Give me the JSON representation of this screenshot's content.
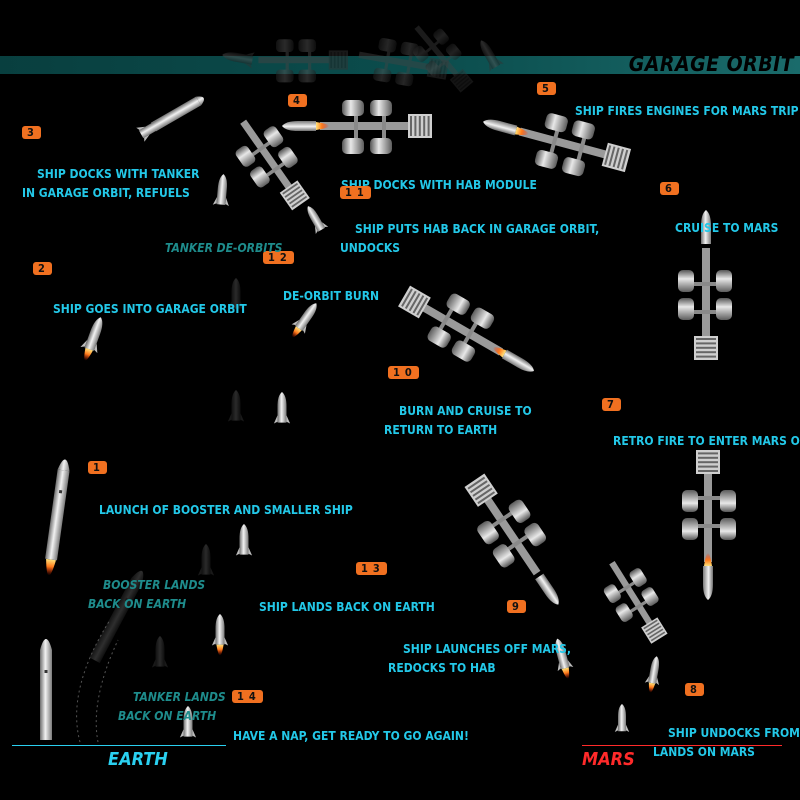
{
  "colors": {
    "label": "#23c8e8",
    "faded_label": "#1e8c8c",
    "badge_bg": "#f07020",
    "badge_text": "#111111",
    "earth": "#2ad0f0",
    "mars": "#ff2a2a",
    "orbit_band": "#0d5b5b",
    "orbit_title": "#000000"
  },
  "orbit": {
    "title": "GARAGE ORBIT"
  },
  "ground": {
    "earth": "EARTH",
    "mars": "MARS"
  },
  "steps": [
    {
      "num": "1",
      "lines": [
        "LAUNCH OF BOOSTER AND SMALLER SHIP"
      ]
    },
    {
      "num": "2",
      "lines": [
        "SHIP GOES INTO GARAGE ORBIT"
      ]
    },
    {
      "num": "3",
      "lines": [
        "SHIP DOCKS WITH TANKER",
        "IN GARAGE ORBIT, REFUELS"
      ]
    },
    {
      "num": "4",
      "lines": [
        "SHIP DOCKS WITH HAB MODULE"
      ]
    },
    {
      "num": "5",
      "lines": [
        "SHIP FIRES ENGINES FOR MARS TRIP"
      ]
    },
    {
      "num": "6",
      "lines": [
        "CRUISE TO MARS"
      ]
    },
    {
      "num": "7",
      "lines": [
        "RETRO FIRE TO ENTER MARS ORBIT"
      ]
    },
    {
      "num": "8",
      "lines": [
        "SHIP UNDOCKS FROM HAB,",
        "LANDS ON MARS"
      ]
    },
    {
      "num": "9",
      "lines": [
        "SHIP LAUNCHES OFF MARS,",
        "REDOCKS TO HAB"
      ]
    },
    {
      "num": "10",
      "lines": [
        "BURN AND CRUISE TO",
        "RETURN TO EARTH"
      ]
    },
    {
      "num": "11",
      "lines": [
        "SHIP PUTS HAB BACK IN GARAGE ORBIT,",
        "UNDOCKS"
      ]
    },
    {
      "num": "12",
      "lines": [
        "DE-ORBIT BURN"
      ]
    },
    {
      "num": "13",
      "lines": [
        "SHIP LANDS BACK ON EARTH"
      ]
    },
    {
      "num": "14",
      "lines": [
        "HAVE A NAP, GET READY TO GO AGAIN!"
      ]
    }
  ],
  "side_notes": {
    "tanker_deorbits": "TANKER DE-ORBITS",
    "booster_lands": [
      "BOOSTER LANDS",
      "BACK ON EARTH"
    ],
    "tanker_lands": [
      "TANKER LANDS",
      "BACK ON EARTH"
    ]
  }
}
